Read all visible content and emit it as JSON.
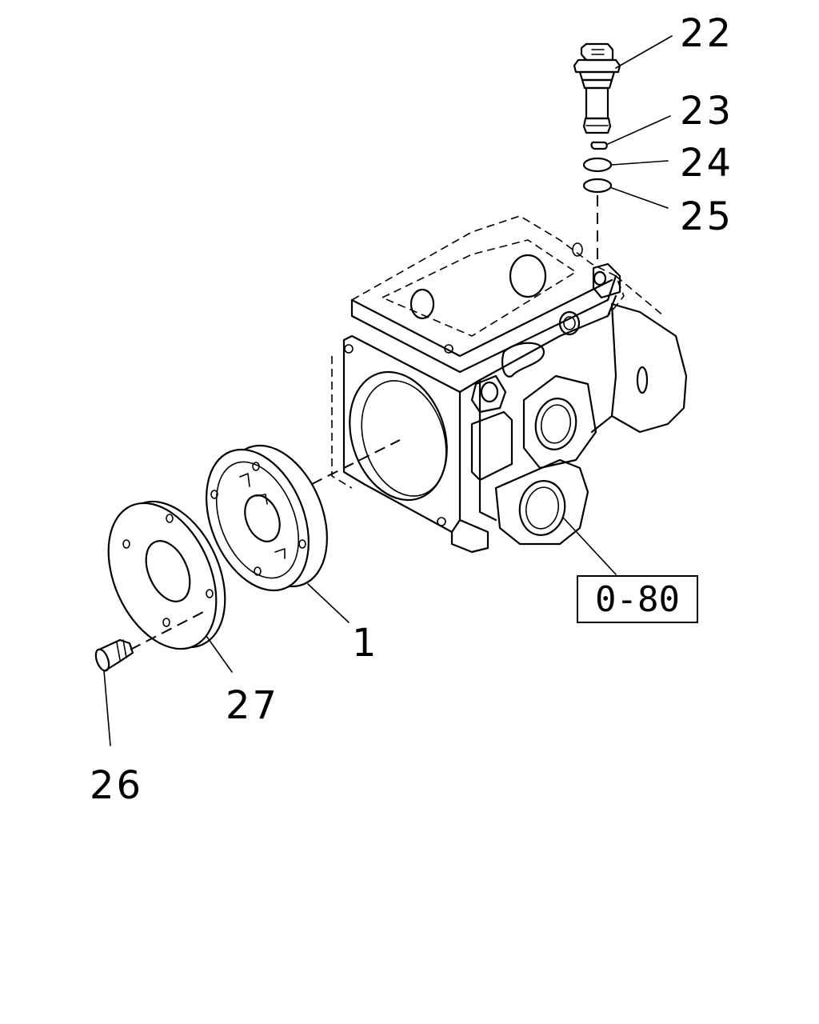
{
  "callouts": [
    {
      "id": "22",
      "text": "22"
    },
    {
      "id": "23",
      "text": "23"
    },
    {
      "id": "24",
      "text": "24"
    },
    {
      "id": "25",
      "text": "25"
    },
    {
      "id": "1",
      "text": "1"
    },
    {
      "id": "27",
      "text": "27"
    },
    {
      "id": "26",
      "text": "26"
    }
  ],
  "reference_box": {
    "text": "0-80"
  }
}
